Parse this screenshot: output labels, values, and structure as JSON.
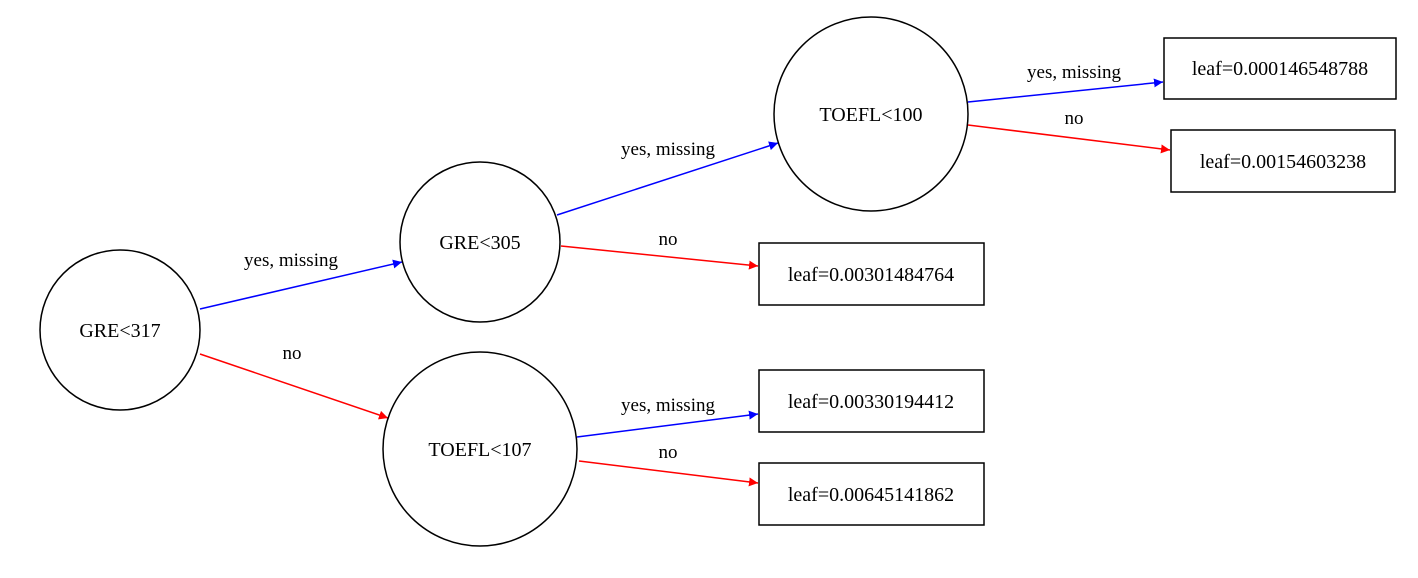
{
  "colors": {
    "yes_edge": "#0000ff",
    "no_edge": "#ff0000",
    "node_stroke": "#000000"
  },
  "tree": {
    "nodes": {
      "n0": {
        "label": "GRE<317"
      },
      "n1": {
        "label": "GRE<305"
      },
      "n2": {
        "label": "TOEFL<107"
      },
      "n3": {
        "label": "TOEFL<100"
      }
    },
    "leaves": {
      "l1": {
        "label": "leaf=0.000146548788"
      },
      "l2": {
        "label": "leaf=0.00154603238"
      },
      "l3": {
        "label": "leaf=0.00301484764"
      },
      "l4": {
        "label": "leaf=0.00330194412"
      },
      "l5": {
        "label": "leaf=0.00645141862"
      }
    },
    "edges": {
      "e0_1": {
        "label": "yes, missing",
        "kind": "yes"
      },
      "e0_2": {
        "label": "no",
        "kind": "no"
      },
      "e1_3": {
        "label": "yes, missing",
        "kind": "yes"
      },
      "e1_l3": {
        "label": "no",
        "kind": "no"
      },
      "e3_l1": {
        "label": "yes, missing",
        "kind": "yes"
      },
      "e3_l2": {
        "label": "no",
        "kind": "no"
      },
      "e2_l4": {
        "label": "yes, missing",
        "kind": "yes"
      },
      "e2_l5": {
        "label": "no",
        "kind": "no"
      }
    }
  }
}
